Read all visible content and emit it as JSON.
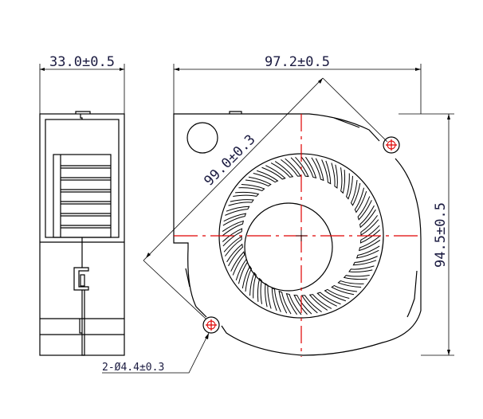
{
  "drawing": {
    "side_width_label": "33.0±0.5",
    "front_width_label": "97.2±0.5",
    "diagonal_label": "99.0±0.3",
    "height_label": "94.5±0.5",
    "hole_label": "2-Ø4.4±0.3",
    "blade_count": 48,
    "colors": {
      "line": "#000000",
      "centerline": "#e00000",
      "text": "#1a1a40"
    }
  }
}
